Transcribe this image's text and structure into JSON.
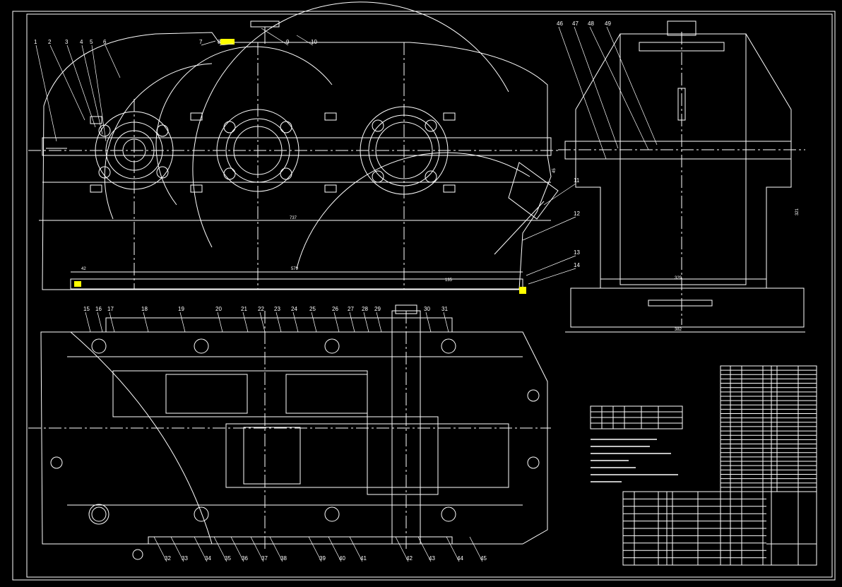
{
  "drawing": {
    "colors": {
      "background": "#000000",
      "line": "#ffffff",
      "accent": "#ffff00",
      "center": "#ff4040"
    },
    "front_view_labels": [
      "1",
      "2",
      "3",
      "4",
      "5",
      "6",
      "7",
      "8",
      "9",
      "10",
      "11",
      "12",
      "13",
      "14"
    ],
    "side_view_labels": [
      "46",
      "47",
      "48",
      "49"
    ],
    "top_view_labels_top": [
      "15",
      "16",
      "17",
      "18",
      "19",
      "20",
      "21",
      "22",
      "23",
      "24",
      "25",
      "26",
      "27",
      "28",
      "29",
      "30",
      "31"
    ],
    "top_view_labels_bottom": [
      "32",
      "33",
      "34",
      "35",
      "36",
      "37",
      "38",
      "39",
      "40",
      "41",
      "42",
      "43",
      "44",
      "45"
    ],
    "dimensions": {
      "front_overall": "737",
      "front_base": "579",
      "front_left": "42",
      "front_right": "135",
      "side_width": "329",
      "side_base": "382",
      "side_height": "321",
      "height_right": "45"
    },
    "title_table_rows": 29,
    "bom_rows": 10
  }
}
